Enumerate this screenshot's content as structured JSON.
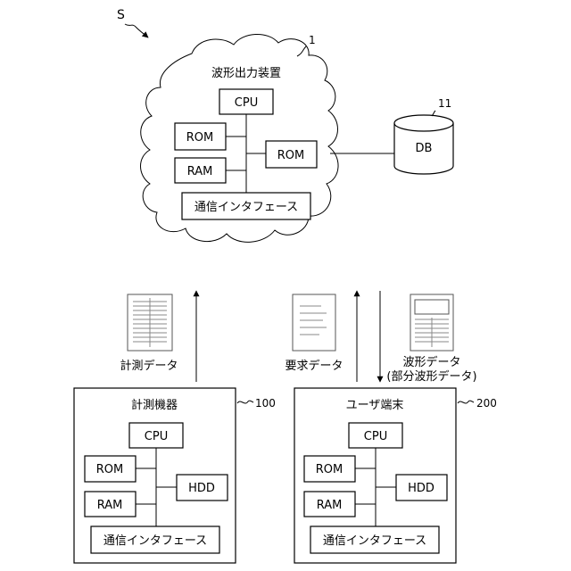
{
  "labels": {
    "system": "S",
    "server_ref": "1",
    "db_ref": "11",
    "device_ref": "100",
    "terminal_ref": "200"
  },
  "server": {
    "title": "波形出力装置",
    "cpu": "CPU",
    "rom1": "ROM",
    "ram": "RAM",
    "rom2": "ROM",
    "comm": "通信インタフェース"
  },
  "db": {
    "label": "DB"
  },
  "flows": {
    "measure_data": "計測データ",
    "request_data": "要求データ",
    "waveform_data": "波形データ",
    "partial_waveform": "(部分波形データ)"
  },
  "device": {
    "title": "計測機器",
    "cpu": "CPU",
    "rom": "ROM",
    "ram": "RAM",
    "hdd": "HDD",
    "comm": "通信インタフェース"
  },
  "terminal": {
    "title": "ユーザ端末",
    "cpu": "CPU",
    "rom": "ROM",
    "ram": "RAM",
    "hdd": "HDD",
    "comm": "通信インタフェース"
  }
}
